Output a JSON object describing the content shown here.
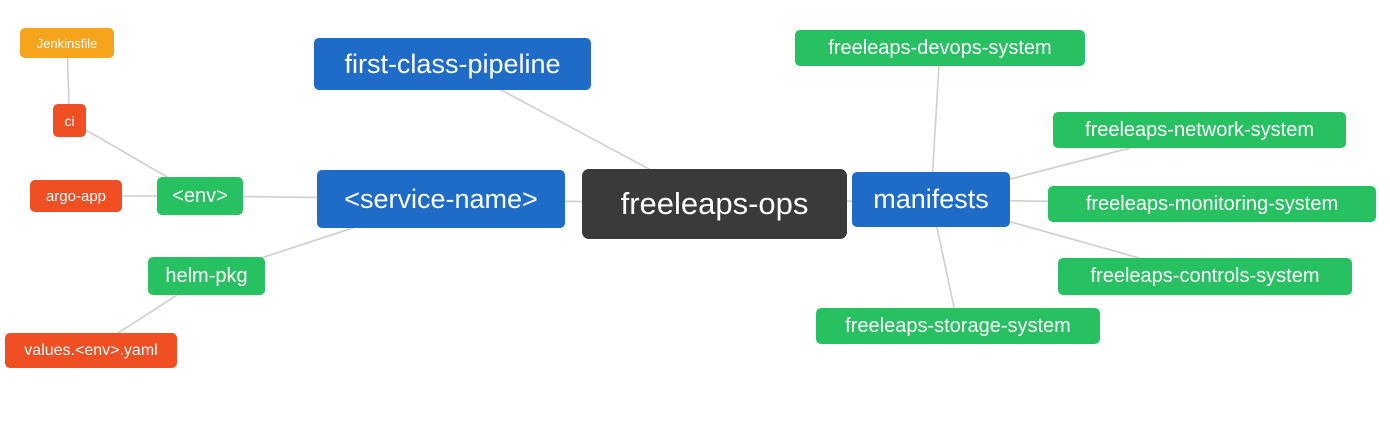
{
  "colors": {
    "blue": "#1e6bc8",
    "dark": "#3a3a3a",
    "green": "#27c162",
    "red": "#f04e23",
    "amber": "#f7a41d",
    "edge_line": "#cfcfcf",
    "background": "#ffffff"
  },
  "diagram": {
    "nodes": {
      "jenkinsfile": {
        "label": "Jenkinsfile",
        "color": "amber"
      },
      "ci": {
        "label": "ci",
        "color": "red"
      },
      "argo_app": {
        "label": "argo-app",
        "color": "red"
      },
      "env": {
        "label": "<env>",
        "color": "green"
      },
      "helm_pkg": {
        "label": "helm-pkg",
        "color": "green"
      },
      "values_yaml": {
        "label": "values.<env>.yaml",
        "color": "red"
      },
      "first_class_pipeline": {
        "label": "first-class-pipeline",
        "color": "blue"
      },
      "service_name": {
        "label": "<service-name>",
        "color": "blue"
      },
      "root": {
        "label": "freeleaps-ops",
        "color": "dark"
      },
      "manifests": {
        "label": "manifests",
        "color": "blue"
      },
      "devops_system": {
        "label": "freeleaps-devops-system",
        "color": "green"
      },
      "network_system": {
        "label": "freeleaps-network-system",
        "color": "green"
      },
      "monitoring_system": {
        "label": "freeleaps-monitoring-system",
        "color": "green"
      },
      "controls_system": {
        "label": "freeleaps-controls-system",
        "color": "green"
      },
      "storage_system": {
        "label": "freeleaps-storage-system",
        "color": "green"
      }
    },
    "edges": [
      {
        "from": "jenkinsfile",
        "to": "ci"
      },
      {
        "from": "ci",
        "to": "env"
      },
      {
        "from": "argo_app",
        "to": "env"
      },
      {
        "from": "env",
        "to": "service_name"
      },
      {
        "from": "helm_pkg",
        "to": "service_name"
      },
      {
        "from": "values_yaml",
        "to": "helm_pkg"
      },
      {
        "from": "first_class_pipeline",
        "to": "root"
      },
      {
        "from": "service_name",
        "to": "root"
      },
      {
        "from": "manifests",
        "to": "root"
      },
      {
        "from": "manifests",
        "to": "devops_system"
      },
      {
        "from": "manifests",
        "to": "network_system"
      },
      {
        "from": "manifests",
        "to": "monitoring_system"
      },
      {
        "from": "manifests",
        "to": "controls_system"
      },
      {
        "from": "manifests",
        "to": "storage_system"
      }
    ]
  }
}
